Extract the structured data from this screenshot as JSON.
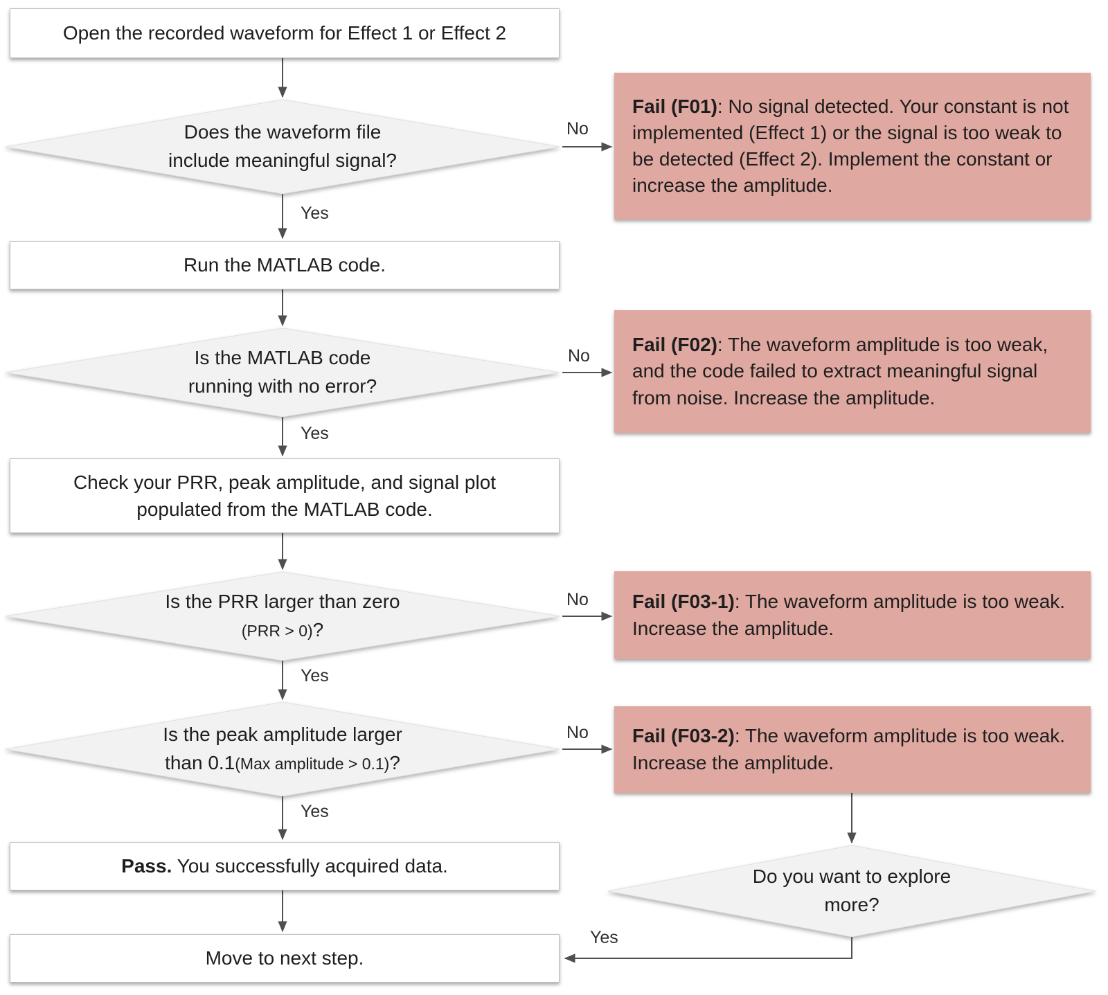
{
  "flowchart": {
    "nodes": {
      "open_waveform": {
        "text": "Open the recorded waveform for Effect 1 or Effect 2"
      },
      "q_signal": {
        "lines": [
          "Does the waveform file",
          "include meaningful signal?"
        ]
      },
      "fail_f01": {
        "code": "Fail (F01)",
        "text": ": No signal detected. Your constant is not implemented (Effect 1) or the signal is too weak to be detected (Effect 2). Implement the constant or increase the amplitude."
      },
      "run_matlab": {
        "text": "Run the MATLAB code."
      },
      "q_no_error": {
        "lines": [
          "Is the MATLAB code",
          "running with no error?"
        ]
      },
      "fail_f02": {
        "code": "Fail (F02)",
        "text": ": The waveform amplitude is too weak, and the code failed to extract meaningful signal from noise. Increase the amplitude."
      },
      "check_prr": {
        "lines": [
          "Check your PRR, peak amplitude, and signal plot",
          "populated from the MATLAB code."
        ]
      },
      "q_prr": {
        "line1": "Is the PRR larger than zero",
        "line2_small": "(PRR > 0)",
        "line2_end": "?"
      },
      "fail_f03_1": {
        "code": "Fail (F03-1)",
        "text": ": The waveform amplitude is too weak. Increase the amplitude."
      },
      "q_peak": {
        "line1": "Is the peak amplitude larger",
        "line2_start": "than 0.1",
        "line2_small": "(Max amplitude > 0.1)",
        "line2_end": "?"
      },
      "fail_f03_2": {
        "code": "Fail (F03-2)",
        "text": ": The waveform amplitude is too weak. Increase the amplitude."
      },
      "pass": {
        "bold": "Pass.",
        "text": " You successfully acquired data."
      },
      "q_explore": {
        "lines": [
          "Do you want to explore",
          "more?"
        ]
      },
      "move_next": {
        "text": "Move to next step."
      }
    },
    "labels": {
      "yes": "Yes",
      "no": "No"
    },
    "colors": {
      "fail_fill": "#dfa8a0",
      "diamond_fill": "#f2f2f2",
      "box_fill": "#ffffff",
      "arrow": "#4f4f4f",
      "text": "#1e1e1e"
    }
  }
}
